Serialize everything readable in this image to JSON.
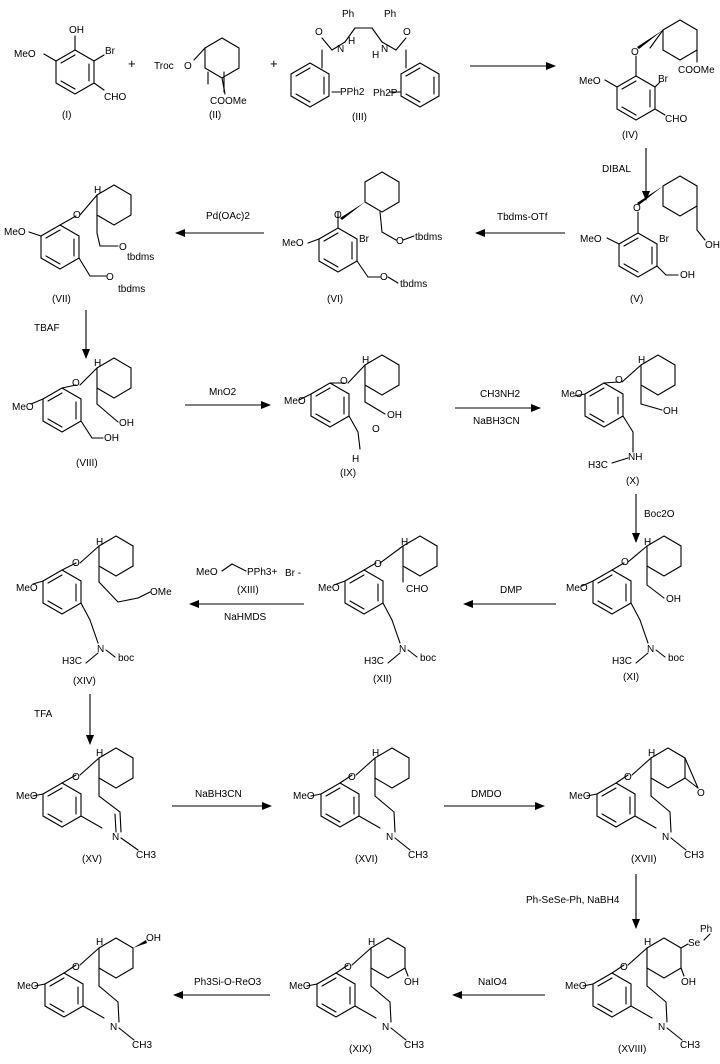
{
  "compounds": [
    {
      "id": "I",
      "label": "(I)",
      "text": [
        "OH",
        "MeO",
        "Br",
        "CHO"
      ]
    },
    {
      "id": "II",
      "label": "(II)",
      "text": [
        "Troc",
        "O",
        "COOMe"
      ]
    },
    {
      "id": "III",
      "label": "(III)",
      "text": [
        "Ph",
        "Ph",
        "O",
        "O",
        "N",
        "H",
        "H",
        "N",
        "PPh2",
        "Ph2P"
      ]
    },
    {
      "id": "IV",
      "label": "(IV)",
      "text": [
        "O",
        "MeO",
        "Br",
        "COOMe",
        "CHO"
      ]
    },
    {
      "id": "V",
      "label": "(V)",
      "text": [
        "O",
        "MeO",
        "Br",
        "OH",
        "OH"
      ]
    },
    {
      "id": "VI",
      "label": "(VI)",
      "text": [
        "O",
        "MeO",
        "Br",
        "O",
        "tbdms",
        "O",
        "tbdms"
      ]
    },
    {
      "id": "VII",
      "label": "(VII)",
      "text": [
        "H",
        "O",
        "MeO",
        "O",
        "tbdms",
        "O",
        "tbdms"
      ]
    },
    {
      "id": "VIII",
      "label": "(VIII)",
      "text": [
        "H",
        "O",
        "MeO",
        "OH",
        "OH"
      ]
    },
    {
      "id": "IX",
      "label": "(IX)",
      "text": [
        "H",
        "O",
        "MeO",
        "OH",
        "O",
        "H"
      ]
    },
    {
      "id": "X",
      "label": "(X)",
      "text": [
        "H",
        "O",
        "MeO",
        "OH",
        "NH",
        "H3C"
      ]
    },
    {
      "id": "XI",
      "label": "(XI)",
      "text": [
        "H",
        "O",
        "MeO",
        "OH",
        "N",
        "H3C",
        "boc"
      ]
    },
    {
      "id": "XII",
      "label": "(XII)",
      "text": [
        "H",
        "O",
        "MeO",
        "CHO",
        "N",
        "H3C",
        "boc"
      ]
    },
    {
      "id": "XIV",
      "label": "(XIV)",
      "text": [
        "H",
        "O",
        "MeO",
        "OMe",
        "N",
        "H3C",
        "boc"
      ]
    },
    {
      "id": "XV",
      "label": "(XV)",
      "text": [
        "H",
        "O",
        "MeO",
        "N",
        "CH3"
      ]
    },
    {
      "id": "XVI",
      "label": "(XVI)",
      "text": [
        "H",
        "O",
        "MeO",
        "N",
        "CH3"
      ]
    },
    {
      "id": "XVII",
      "label": "(XVII)",
      "text": [
        "H",
        "O",
        "MeO",
        "O",
        "N",
        "CH3"
      ]
    },
    {
      "id": "XVIII",
      "label": "(XVIII)",
      "text": [
        "H",
        "O",
        "MeO",
        "Se",
        "Ph",
        "OH",
        "N",
        "CH3"
      ]
    },
    {
      "id": "XIX",
      "label": "(XIX)",
      "text": [
        "H",
        "O",
        "MeO",
        "OH",
        "N",
        "CH3"
      ]
    },
    {
      "id": "XX",
      "label": "",
      "text": [
        "H",
        "OH",
        "O",
        "MeO",
        "N",
        "CH3"
      ]
    }
  ],
  "plus_signs": [
    "+",
    "+"
  ],
  "reagents": [
    {
      "id": "diba",
      "text": "DIBAL"
    },
    {
      "id": "tbdms",
      "text": "Tbdms-OTf"
    },
    {
      "id": "pd",
      "text": "Pd(OAc)2"
    },
    {
      "id": "tbaf",
      "text": "TBAF"
    },
    {
      "id": "mno2",
      "text": "MnO2"
    },
    {
      "id": "ch3nh2",
      "text": "CH3NH2"
    },
    {
      "id": "nabh3cn_1",
      "text": "NaBH3CN"
    },
    {
      "id": "boc2o",
      "text": "Boc2O"
    },
    {
      "id": "dmp",
      "text": "DMP"
    },
    {
      "id": "wittig_meo",
      "text": "MeO"
    },
    {
      "id": "wittig_pph3",
      "text": "PPh3+"
    },
    {
      "id": "wittig_br",
      "text": "Br -"
    },
    {
      "id": "wittig_xiii",
      "text": "(XIII)"
    },
    {
      "id": "nahmds",
      "text": "NaHMDS"
    },
    {
      "id": "tfa",
      "text": "TFA"
    },
    {
      "id": "nabh3cn_2",
      "text": "NaBH3CN"
    },
    {
      "id": "dmdo",
      "text": "DMDO"
    },
    {
      "id": "phsese",
      "text": "Ph-SeSe-Ph, NaBH4"
    },
    {
      "id": "naio4",
      "text": "NaIO4"
    },
    {
      "id": "ph3sioreo3",
      "text": "Ph3Si-O-ReO3"
    }
  ]
}
